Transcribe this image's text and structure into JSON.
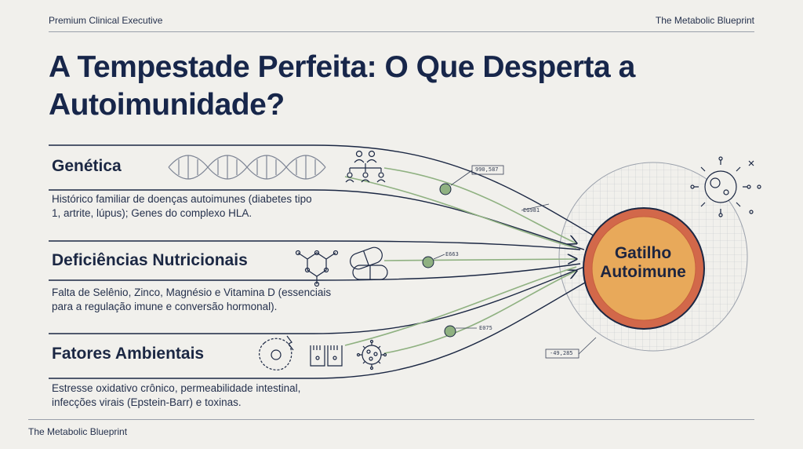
{
  "header": {
    "left_label": "Premium Clinical Executive",
    "right_label": "The Metabolic Blueprint"
  },
  "title": "A Tempestade Perfeita: O Que Desperta a Autoimunidade?",
  "sections": [
    {
      "title": "Genética",
      "description_line1": "Histórico familiar de doenças autoimunes (diabetes tipo",
      "description_line2": "1, artrite, lúpus); Genes do complexo HLA.",
      "icons": [
        "dna-helix-icon",
        "family-tree-icon"
      ]
    },
    {
      "title": "Deficiências Nutricionais",
      "description_line1": "Falta de Selênio, Zinco, Magnésio e Vitamina D (essenciais",
      "description_line2": "para a regulação imune e conversão hormonal).",
      "icons": [
        "molecule-icon",
        "capsule-icon"
      ]
    },
    {
      "title": "Fatores Ambientais",
      "description_line1": "Estresse oxidativo crônico, permeabilidade intestinal,",
      "description_line2": "infecções virais (Epstein-Barr) e toxinas.",
      "icons": [
        "damaged-cell-icon",
        "intestinal-barrier-icon",
        "virus-icon"
      ]
    }
  ],
  "hub": {
    "line1": "Gatilho",
    "line2": "Autoimune",
    "icon": "pathogen-icon"
  },
  "readouts": {
    "r1": "990,587",
    "r2": "EG981",
    "r3": "E663",
    "r4": "E075",
    "r5": "-49,285"
  },
  "footer": "The Metabolic Blueprint",
  "colors": {
    "background": "#f1f0ec",
    "navy": "#1b2743",
    "hub_outer": "#d2684a",
    "hub_inner": "#e8a95a",
    "node_green": "#8fb181",
    "arrow_green": "#8fb181"
  }
}
